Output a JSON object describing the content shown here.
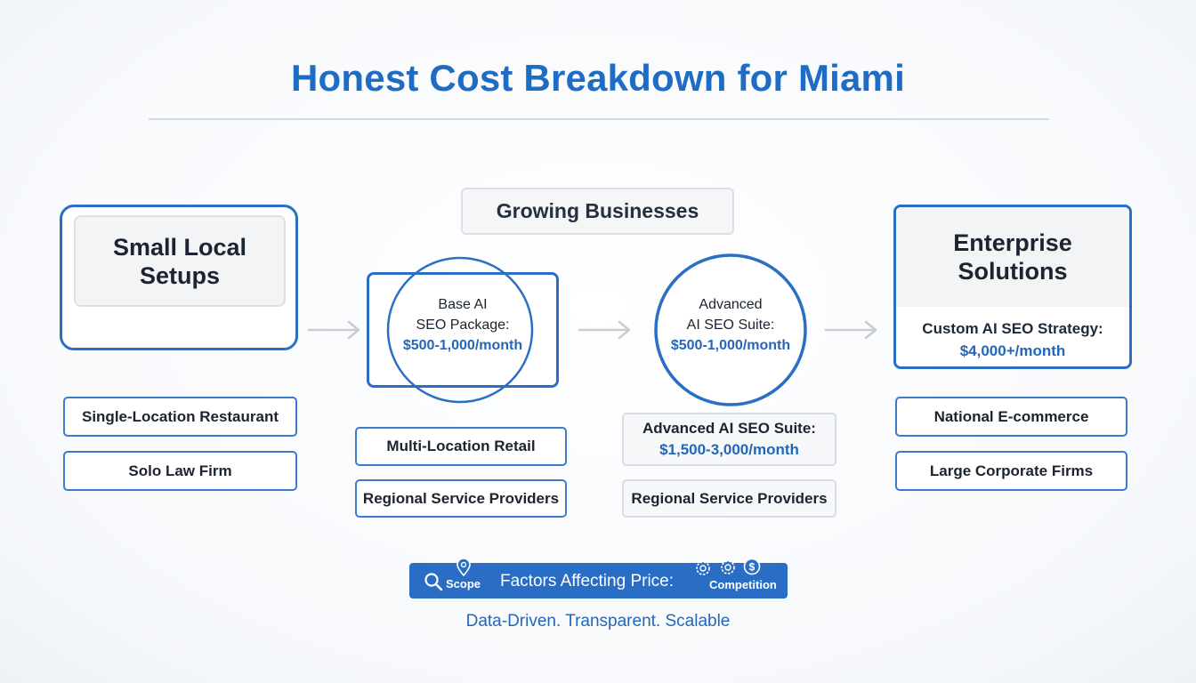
{
  "title": "Honest Cost Breakdown for Miami",
  "tiers": {
    "small": {
      "heading": "Small Local Setups",
      "examples": [
        "Single-Location Restaurant",
        "Solo Law Firm"
      ]
    },
    "growing": {
      "heading": "Growing Businesses",
      "base": {
        "name_line1": "Base AI",
        "name_line2": "SEO Package:",
        "price": "$500-1,000/month"
      },
      "advanced": {
        "name_line1": "Advanced",
        "name_line2": "AI SEO Suite:",
        "price": "$500-1,000/month"
      },
      "base_examples": [
        "Multi-Location Retail",
        "Regional Service Providers"
      ],
      "advanced_detail": {
        "name": "Advanced AI SEO Suite:",
        "price": "$1,500-3,000/month"
      },
      "advanced_examples": [
        "Regional Service Providers"
      ]
    },
    "enterprise": {
      "heading": "Enterprise Solutions",
      "strategy": "Custom AI SEO Strategy:",
      "price": "$4,000+/month",
      "examples": [
        "National E-commerce",
        "Large Corporate Firms"
      ]
    }
  },
  "factors": {
    "label": "Factors Affecting Price:",
    "left_item": "Scope",
    "right_item": "Competition",
    "icons": [
      "search-icon",
      "location-pin-icon",
      "gear-icon",
      "gear-icon",
      "dollar-coin-icon"
    ]
  },
  "tagline": "Data-Driven. Transparent. Scalable",
  "colors": {
    "accent": "#2b6fc5",
    "price_text": "#2466b8",
    "arrow": "#c9cdd3"
  }
}
